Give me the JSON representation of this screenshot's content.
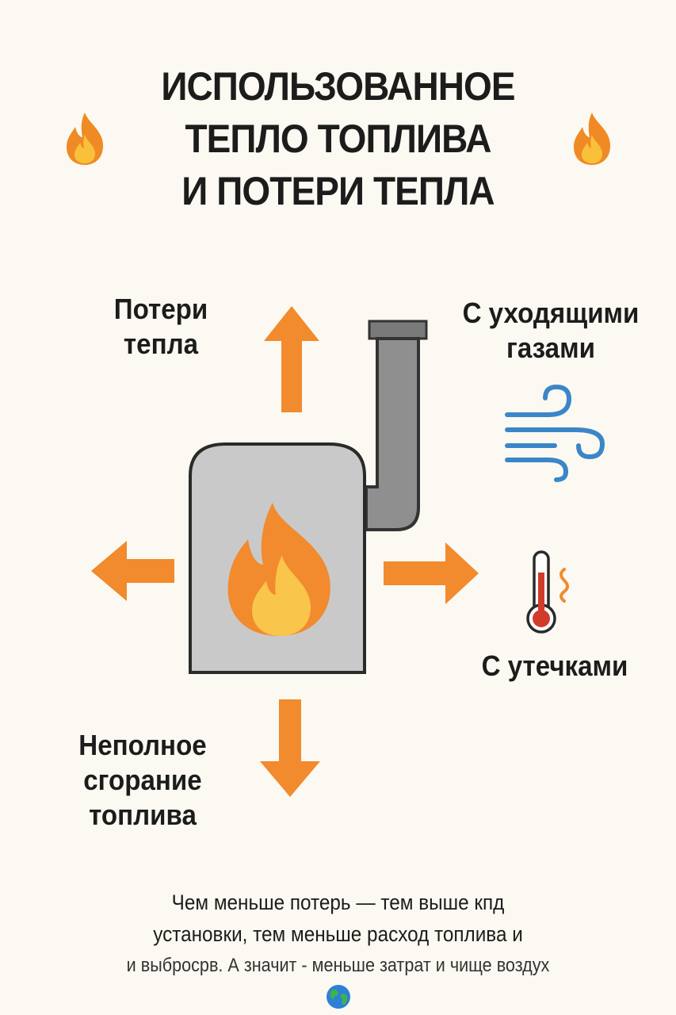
{
  "title": {
    "line1": "ИСПОЛЬЗОВАННОЕ",
    "line2": "ТЕПЛО ТОПЛИВА",
    "line3": "И ПОТЕРИ ТЕПЛА"
  },
  "labels": {
    "heat_loss": [
      "Потери",
      "тепла"
    ],
    "flue_gases": [
      "С уходящими",
      "газами"
    ],
    "leaks": "С утечками",
    "incomplete_combustion": [
      "Неполное",
      "сгорание",
      "топлива"
    ]
  },
  "footer": {
    "line1": "Чем меньше потерь — тем выше кпд",
    "line2": "установки, тем меньше расход топлива  и",
    "line3": "и выбросрв. А значит - меньше затрат и чище воздух"
  },
  "colors": {
    "arrow": "#f28a2e",
    "stove": "#c9c9c9",
    "wind": "#3b86c8",
    "thermo_red": "#d23b2a",
    "background": "#fbf9f1"
  },
  "icons": [
    "fire-icon",
    "wind-icon",
    "thermometer-icon",
    "globe-icon"
  ]
}
